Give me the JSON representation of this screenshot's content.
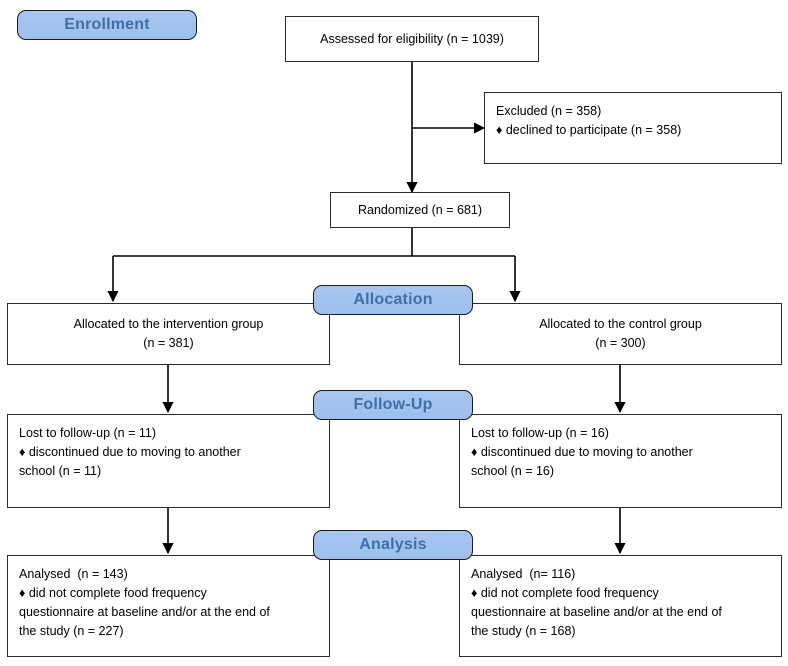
{
  "diagram": {
    "title": "CONSORT participant flow diagram",
    "colors": {
      "banner_fill": "#a4c2ef",
      "banner_border": "#1b1b1b",
      "banner_text": "#3f6fa8",
      "box_border": "#2b2b2b",
      "box_fill": "#ffffff",
      "connector": "#000000"
    }
  },
  "banners": {
    "enrollment": "Enrollment",
    "allocation": "Allocation",
    "followup": "Follow-Up",
    "analysis": "Analysis"
  },
  "nodes": {
    "assessed": {
      "lines": [
        "Assessed for eligibility (n = 1039)"
      ]
    },
    "excluded": {
      "lines": [
        "Excluded (n = 358)",
        "♦ declined to participate (n = 358)"
      ]
    },
    "randomized": {
      "lines": [
        "Randomized (n = 681)"
      ]
    },
    "allocated_intervention": {
      "lines": [
        "Allocated to the intervention group",
        "(n = 381)"
      ]
    },
    "allocated_control": {
      "lines": [
        "Allocated to the control group",
        "(n = 300)"
      ]
    },
    "followup_intervention": {
      "lines": [
        "Lost to follow-up (n = 11)",
        "♦ discontinued due to moving to another",
        "school (n = 11)"
      ]
    },
    "followup_control": {
      "lines": [
        "Lost to follow-up (n = 16)",
        "♦ discontinued due to moving to another",
        "school (n = 16)"
      ]
    },
    "analysis_intervention": {
      "lines": [
        "Analysed  (n = 143)",
        "♦ did not complete food frequency",
        "questionnaire at baseline and/or at the end of",
        "the study (n = 227)"
      ]
    },
    "analysis_control": {
      "lines": [
        "Analysed  (n= 116)",
        "♦ did not complete food frequency",
        "questionnaire at baseline and/or at the end of",
        "the study (n = 168)"
      ]
    }
  }
}
